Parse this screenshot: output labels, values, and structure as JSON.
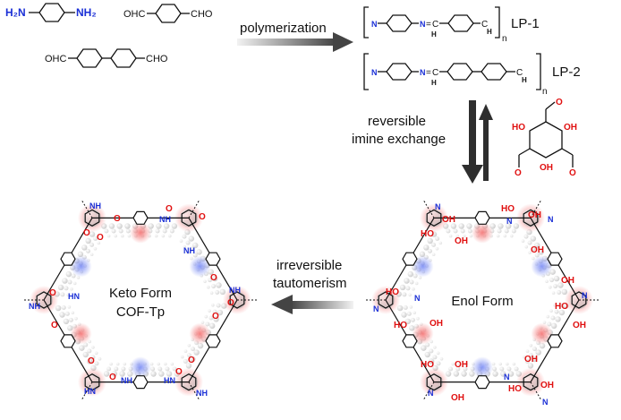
{
  "monomers": {
    "amine": {
      "left_group": "H₂N",
      "right_group": "NH₂"
    },
    "dialdehyde": {
      "left_group": "OHC",
      "right_group": "CHO"
    },
    "biphenyl_dialdehyde": {
      "left_group": "OHC",
      "right_group": "CHO"
    }
  },
  "arrows": {
    "polymerization": "polymerization",
    "exchange_line1": "reversible",
    "exchange_line2": "imine exchange",
    "tautomerism_line1": "irreversible",
    "tautomerism_line2": "tautomerism"
  },
  "polymers": {
    "lp1": {
      "label": "LP-1",
      "subscript": "n"
    },
    "lp2": {
      "label": "LP-2",
      "subscript": "n"
    }
  },
  "frameworks": {
    "keto": {
      "line1": "Keto Form",
      "line2": "COF-Tp"
    },
    "enol": {
      "line1": "Enol Form"
    }
  },
  "atoms": {
    "N": "N",
    "NH": "NH",
    "HN": "HN",
    "O": "O",
    "OH": "OH",
    "HO": "HO",
    "H": "H",
    "C": "C"
  },
  "colors": {
    "nitrogen": "#1a2fd6",
    "oxygen": "#e01010",
    "arrow": "#555555",
    "sphere": "#d0d0d0"
  }
}
